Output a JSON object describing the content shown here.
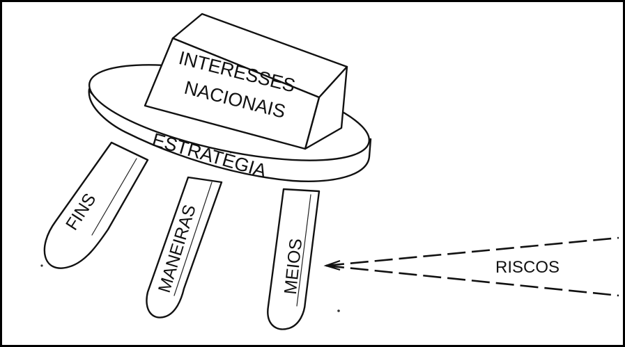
{
  "labels": {
    "box_line1": "INTERESSES",
    "box_line2": "NACIONAIS",
    "seat": "ESTRATÉGIA",
    "leg_left": "FINS",
    "leg_middle": "MANEIRAS",
    "leg_right": "MEIOS",
    "risk": "RISCOS"
  },
  "colors": {
    "ink": "#111111",
    "paper": "#ffffff",
    "frame": "#000000"
  }
}
